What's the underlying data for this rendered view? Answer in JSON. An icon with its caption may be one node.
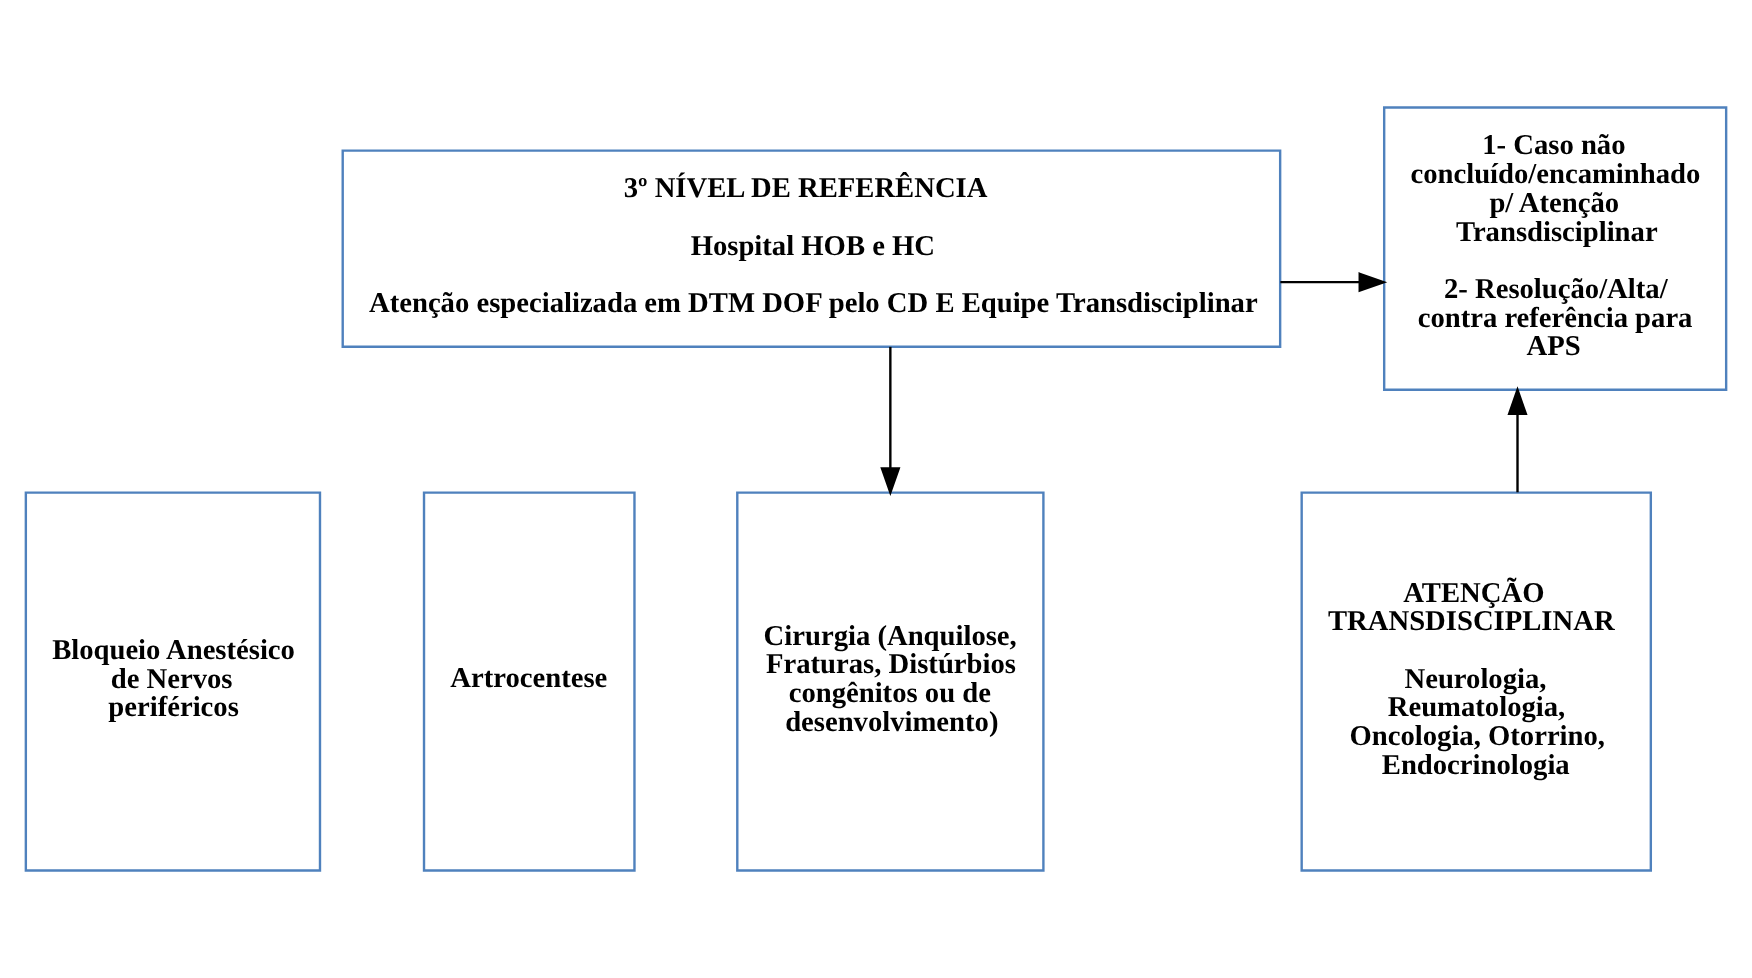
{
  "diagram": {
    "nodes": [
      {
        "text": [
          "3º NÍVEL DE REFERÊNCIA",
          "Hospital HOB e HC",
          "Atenção especializada em DTM DOF pelo CD E Equipe Transdisciplinar"
        ]
      },
      {
        "text": [
          "Bloqueio Anestésico de Nervos periféricos"
        ]
      },
      {
        "text": [
          "Artrocentese"
        ]
      },
      {
        "text": [
          "Cirurgia (Anquilose, Fraturas, Distúrbios congênitos ou de desenvolvimento)"
        ]
      },
      {
        "text": [
          "ATENÇÃO TRANSDISCIPLINAR",
          "Neurologia, Reumatologia, Oncologia, Otorrino, Endocrinologia"
        ]
      },
      {
        "text": [
          "1- Caso não concluído/encaminhado p/ Atenção Transdisciplinar",
          "2- Resolução/Alta/ contra referência para APS"
        ]
      }
    ],
    "edges": [
      {
        "from": 0,
        "to": 3,
        "arrow": "to"
      },
      {
        "from": 0,
        "to": 5,
        "arrow": "to"
      },
      {
        "from": 4,
        "to": 5,
        "arrow": "to"
      }
    ]
  }
}
